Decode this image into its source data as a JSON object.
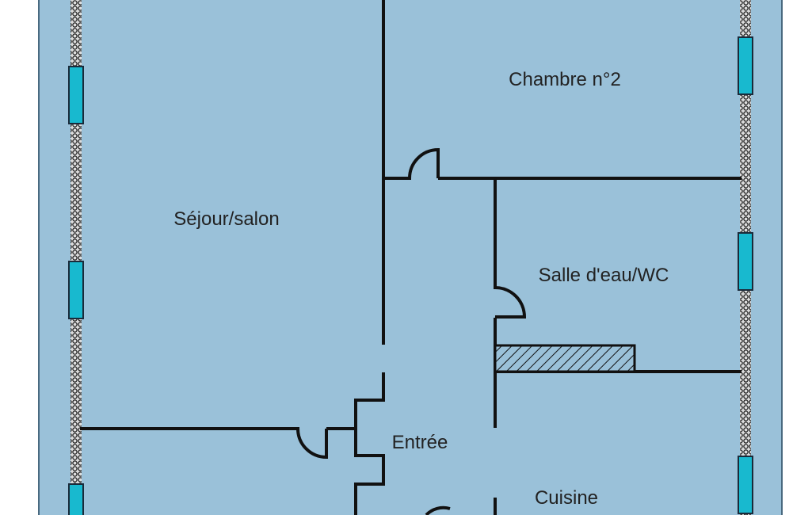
{
  "plan": {
    "floor_color": "#9ac1d9",
    "window_color": "#18b9cf",
    "wall_color": "#111111",
    "rooms": {
      "chambre2": "Chambre n°2",
      "sejour": "Séjour/salon",
      "salle_eau": "Salle d'eau/WC",
      "entree": "Entrée",
      "cuisine": "Cuisine"
    }
  }
}
